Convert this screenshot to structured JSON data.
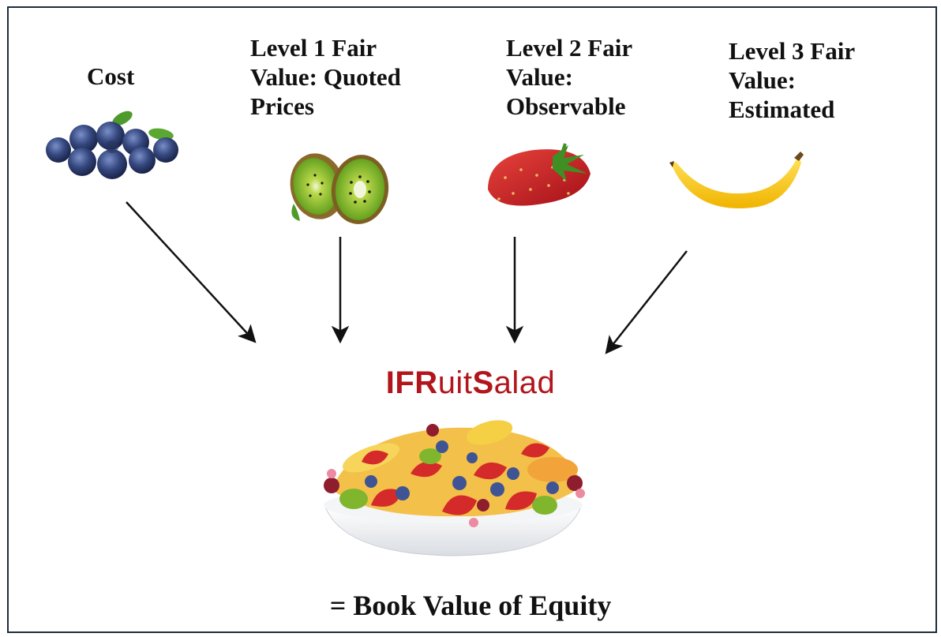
{
  "inputs": [
    {
      "id": "cost",
      "lines": [
        "Cost"
      ],
      "fruit": "blueberries-icon"
    },
    {
      "id": "level1",
      "lines": [
        "Level 1 Fair",
        "Value: Quoted",
        "Prices"
      ],
      "fruit": "kiwi-icon"
    },
    {
      "id": "level2",
      "lines": [
        "Level 2 Fair",
        "Value:",
        "Observable"
      ],
      "fruit": "strawberry-icon"
    },
    {
      "id": "level3",
      "lines": [
        "Level 3 Fair",
        "Value:",
        "Estimated"
      ],
      "fruit": "banana-icon"
    }
  ],
  "brand": {
    "parts": [
      "IFR",
      "uit",
      "S",
      "alad"
    ]
  },
  "result": {
    "caption": "= Book Value of Equity",
    "image": "fruit-salad-bowl-icon"
  },
  "colors": {
    "brand": "#b2151c",
    "frame": "#1f2d3a",
    "arrow": "#111111"
  }
}
